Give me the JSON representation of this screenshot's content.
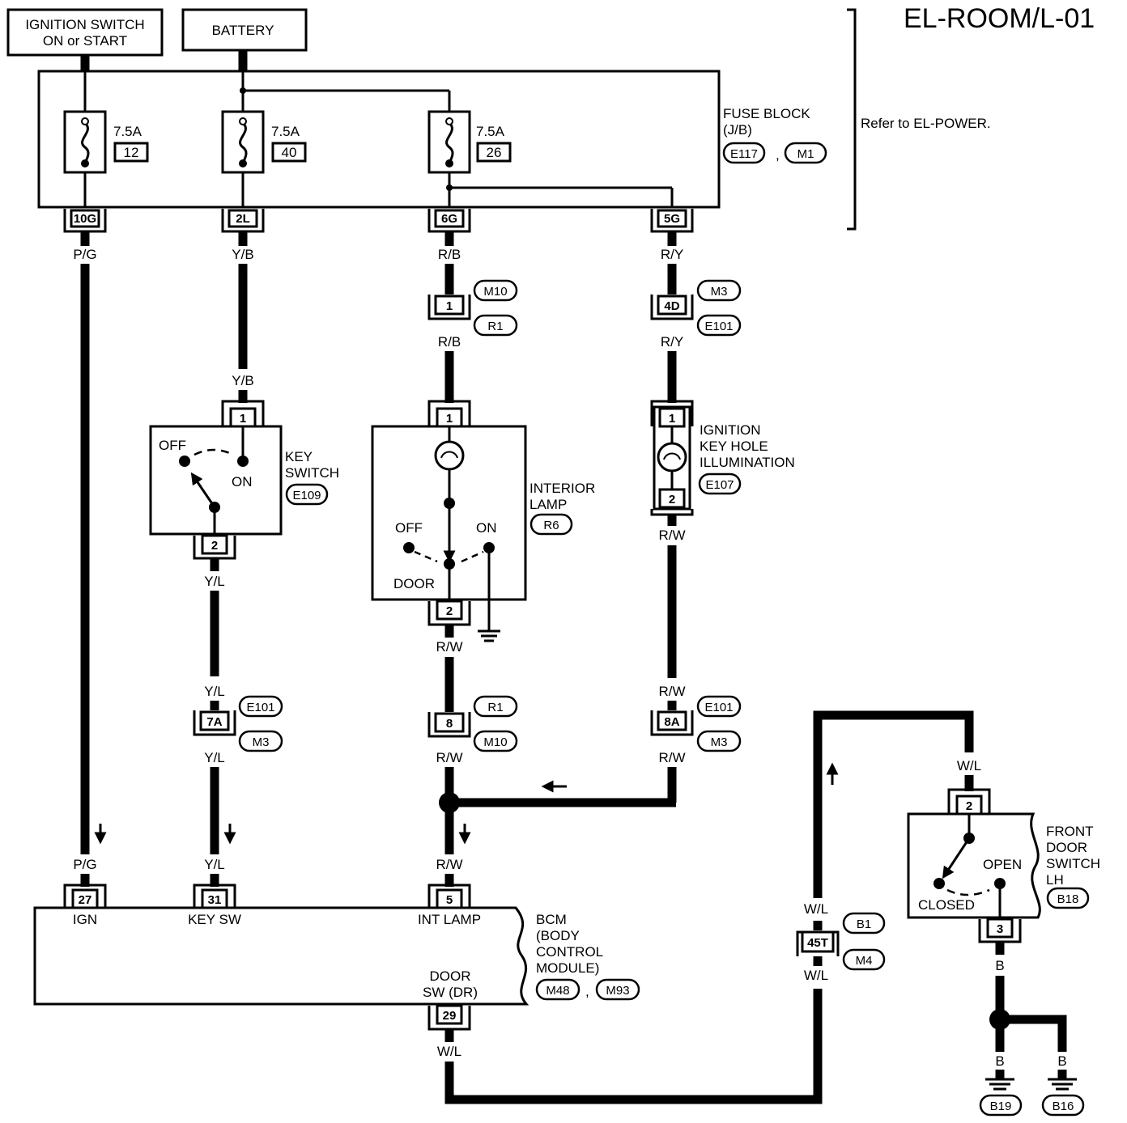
{
  "title": "EL-ROOM/L-01",
  "power_sources": {
    "ignition_line1": "IGNITION SWITCH",
    "ignition_line2": "ON or START",
    "battery": "BATTERY"
  },
  "fuse_block": {
    "label_line1": "FUSE BLOCK",
    "label_line2": "(J/B)",
    "connectors": [
      "E117",
      "M1"
    ],
    "separator": ",",
    "reference": "Refer to EL-POWER.",
    "fuses": [
      {
        "amp": "7.5A",
        "num": "12"
      },
      {
        "amp": "7.5A",
        "num": "40"
      },
      {
        "amp": "7.5A",
        "num": "26"
      }
    ],
    "terminals": [
      "10G",
      "2L",
      "6G",
      "5G"
    ]
  },
  "wire_colors": {
    "pg": "P/G",
    "yb": "Y/B",
    "rb": "R/B",
    "ry": "R/Y",
    "yl": "Y/L",
    "rw": "R/W",
    "wl": "W/L",
    "b": "B"
  },
  "connectors": {
    "m10": "M10",
    "r1": "R1",
    "m3": "M3",
    "e101": "E101",
    "pin_1": "1",
    "pin_4d": "4D",
    "pin_7a": "7A",
    "pin_8": "8",
    "pin_8a": "8A",
    "pin_45t": "45T",
    "b1": "B1",
    "m4": "M4"
  },
  "key_switch": {
    "label_line1": "KEY",
    "label_line2": "SWITCH",
    "connector": "E109",
    "off": "OFF",
    "on": "ON",
    "pin_top": "1",
    "pin_bottom": "2"
  },
  "interior_lamp": {
    "label_line1": "INTERIOR",
    "label_line2": "LAMP",
    "connector": "R6",
    "off": "OFF",
    "on": "ON",
    "door": "DOOR",
    "pin_top": "1",
    "pin_bottom": "2"
  },
  "key_hole": {
    "label_line1": "IGNITION",
    "label_line2": "KEY HOLE",
    "label_line3": "ILLUMINATION",
    "connector": "E107",
    "pin_top": "1",
    "pin_bottom": "2"
  },
  "door_switch": {
    "label_line1": "FRONT",
    "label_line2": "DOOR",
    "label_line3": "SWITCH",
    "label_line4": "LH",
    "connector": "B18",
    "open": "OPEN",
    "closed": "CLOSED",
    "pin_top": "2",
    "pin_bottom": "3"
  },
  "bcm": {
    "label_line1": "BCM",
    "label_line2": "(BODY",
    "label_line3": "CONTROL",
    "label_line4": "MODULE)",
    "connectors": [
      "M48",
      "M93"
    ],
    "separator": ",",
    "terminals": [
      {
        "pin": "27",
        "name": "IGN"
      },
      {
        "pin": "31",
        "name": "KEY SW"
      },
      {
        "pin": "5",
        "name": "INT LAMP"
      },
      {
        "pin": "29",
        "name_line1": "DOOR",
        "name_line2": "SW (DR)"
      }
    ]
  },
  "grounds": [
    "B19",
    "B16"
  ]
}
